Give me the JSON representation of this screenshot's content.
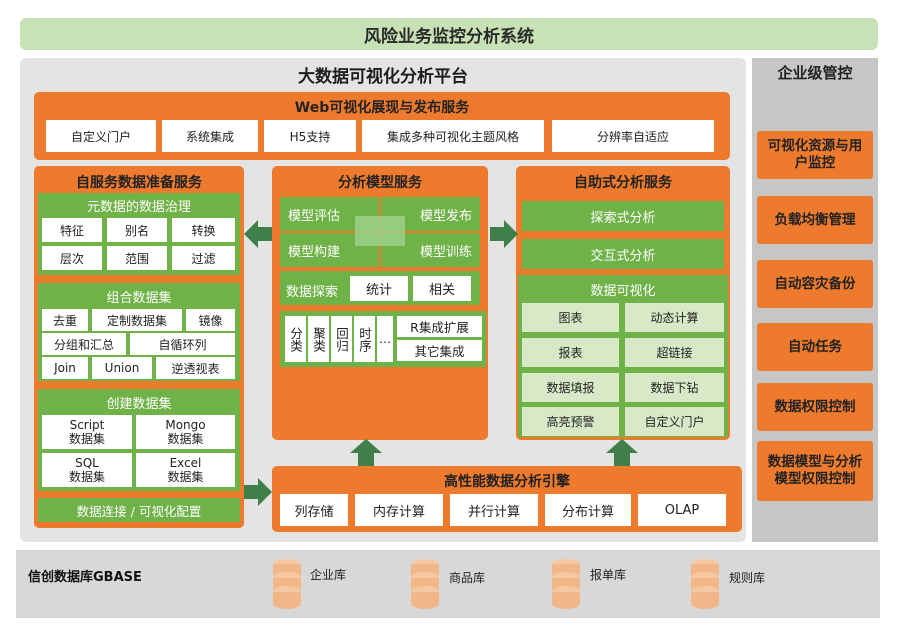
{
  "title": "风险业务监控分析系统",
  "platform": {
    "title": "大数据可视化分析平台",
    "web": {
      "title": "Web可视化展现与发布服务",
      "items": [
        "自定义门户",
        "系统集成",
        "H5支持",
        "集成多种可视化主题风格",
        "分辨率自适应"
      ]
    },
    "self_service": {
      "title": "自服务数据准备服务",
      "metadata": {
        "title": "元数据的数据治理",
        "items": [
          "特征",
          "别名",
          "转换",
          "层次",
          "范围",
          "过滤"
        ]
      },
      "combine": {
        "title": "组合数据集",
        "items": [
          "去重",
          "定制数据集",
          "镜像",
          "分组和汇总",
          "自循环列",
          "Join",
          "Union",
          "逆透视表"
        ]
      },
      "create": {
        "title": "创建数据集",
        "items": [
          "Script\n数据集",
          "Mongo\n数据集",
          "SQL\n数据集",
          "Excel\n数据集"
        ]
      },
      "connect": "数据连接 / 可视化配置"
    },
    "model": {
      "title": "分析模型服务",
      "items": [
        "模型评估",
        "模型发布",
        "模型构建",
        "模型训练"
      ],
      "explore": "数据探索",
      "explore_items": [
        "统计",
        "相关"
      ],
      "algos": [
        "分类",
        "聚类",
        "回归",
        "时序",
        "…"
      ],
      "r_ext": "R集成扩展",
      "other": "其它集成"
    },
    "self_analysis": {
      "title": "自助式分析服务",
      "explore": "探索式分析",
      "interactive": "交互式分析",
      "viz": {
        "title": "数据可视化",
        "items": [
          "图表",
          "动态计算",
          "报表",
          "超链接",
          "数据填报",
          "数据下钻",
          "高亮预警",
          "自定义门户"
        ]
      }
    },
    "engine": {
      "title": "高性能数据分析引擎",
      "items": [
        "列存储",
        "内存计算",
        "并行计算",
        "分布计算",
        "OLAP"
      ]
    }
  },
  "enterprise": {
    "title": "企业级管控",
    "items": [
      "可视化资源与用户监控",
      "负载均衡管理",
      "自动容灾备份",
      "自动任务",
      "数据权限控制",
      "数据模型与分析模型权限控制"
    ]
  },
  "database": {
    "label": "信创数据库GBASE",
    "items": [
      "企业库",
      "商品库",
      "报单库",
      "规则库"
    ]
  },
  "colors": {
    "orange": "#ee7a2d",
    "green": "#6fb247",
    "light_green": "#e2efd6",
    "gray": "#e4e4e4"
  }
}
